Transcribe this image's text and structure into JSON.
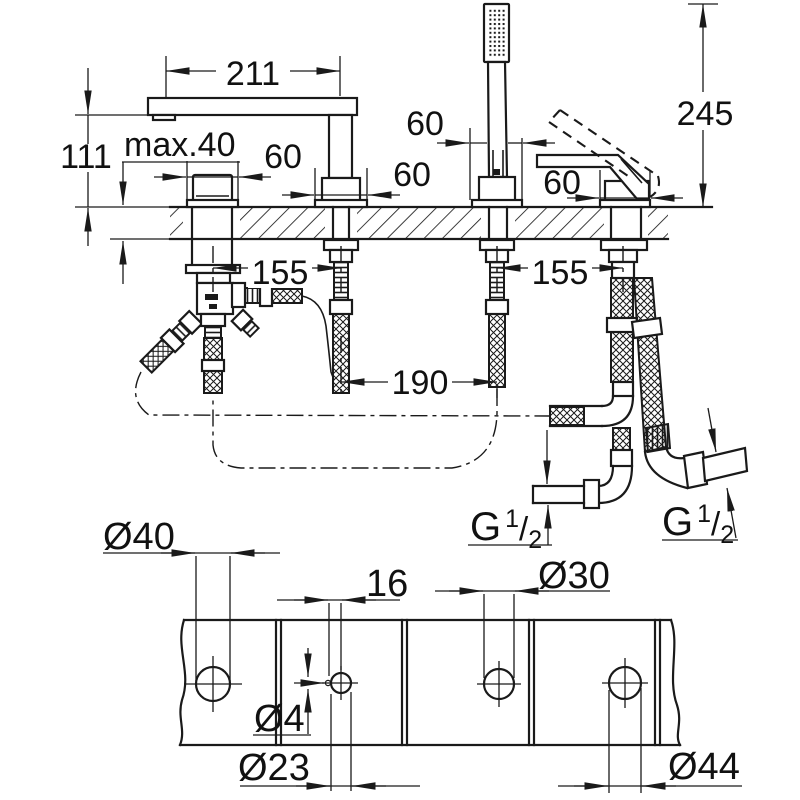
{
  "style": {
    "line_color": "#1a1a1a",
    "background": "#ffffff",
    "text_color": "#111111"
  },
  "side_view": {
    "dim_spout_reach": "211",
    "dim_overall_height": "245",
    "dim_spout_height": "111",
    "dim_max_deck_thickness": "max.40",
    "dim_unit_width": "60",
    "dim_hole_spacing_outer": "155",
    "dim_hole_spacing_center": "190",
    "g_thread": {
      "g": "G",
      "num": "1",
      "slash": "/",
      "den": "2"
    }
  },
  "plan_view": {
    "dim_hole_diverter": "Ø40",
    "dim_pin_offset": "16",
    "dim_pin_hole": "Ø4",
    "dim_hole_spout": "Ø23",
    "dim_hole_handshower": "Ø30",
    "dim_hole_mixer": "Ø44"
  }
}
